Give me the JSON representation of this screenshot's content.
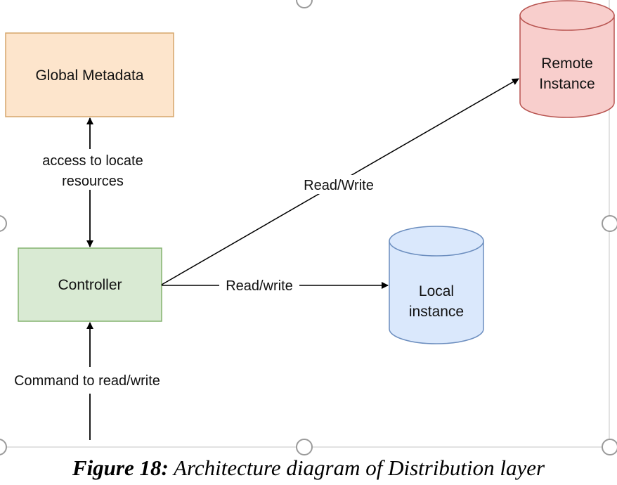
{
  "diagram": {
    "nodes": {
      "global_metadata": {
        "label": "Global Metadata",
        "fill": "#fde5cc",
        "stroke": "#d6a66b"
      },
      "controller": {
        "label": "Controller",
        "fill": "#d9ead3",
        "stroke": "#84b36f"
      },
      "remote_instance": {
        "label_line1": "Remote",
        "label_line2": "Instance",
        "fill": "#f8cecc",
        "stroke": "#b85450"
      },
      "local_instance": {
        "label_line1": "Local",
        "label_line2": "instance",
        "fill": "#dae8fc",
        "stroke": "#6c8ebf"
      }
    },
    "edges": {
      "metadata_access": {
        "label_line1": "access to locate",
        "label_line2": "resources"
      },
      "remote_rw": {
        "label": "Read/Write"
      },
      "local_rw": {
        "label": "Read/write"
      },
      "command": {
        "label": "Command to read/write"
      }
    }
  },
  "caption": {
    "prefix": "Figure 18:",
    "text": " Architecture diagram of Distribution layer"
  }
}
